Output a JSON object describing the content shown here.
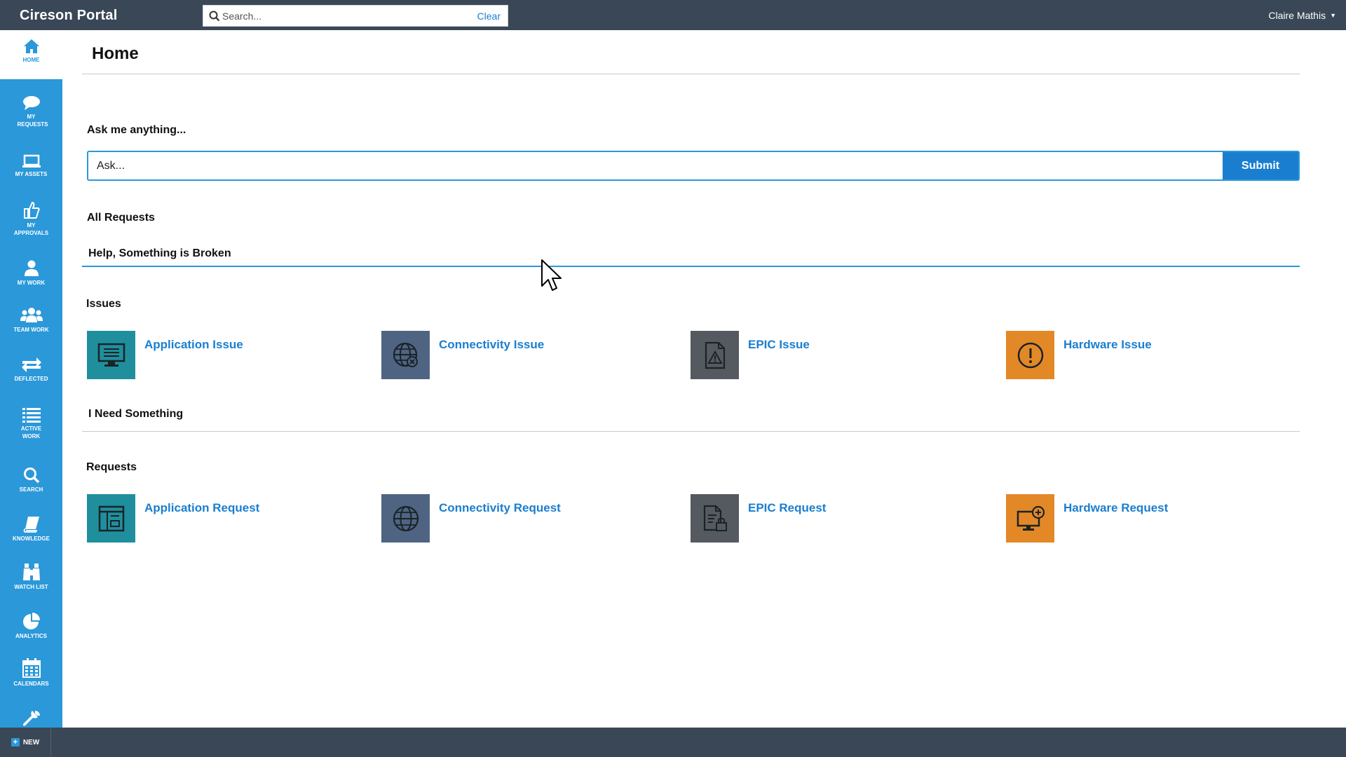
{
  "app": {
    "title": "Cireson Portal"
  },
  "search": {
    "placeholder": "Search...",
    "clear_label": "Clear"
  },
  "user": {
    "name": "Claire Mathis"
  },
  "sidebar": {
    "items": [
      {
        "label": "Home",
        "icon": "home-icon"
      },
      {
        "label": "My Requests",
        "icon": "chat-bubble-icon"
      },
      {
        "label": "My Assets",
        "icon": "laptop-icon"
      },
      {
        "label": "My Approvals",
        "icon": "thumbs-up-icon"
      },
      {
        "label": "My Work",
        "icon": "user-icon"
      },
      {
        "label": "Team Work",
        "icon": "team-icon"
      },
      {
        "label": "Deflected",
        "icon": "deflected-icon"
      },
      {
        "label": "Active Work",
        "icon": "list-icon"
      },
      {
        "label": "Search",
        "icon": "search-icon"
      },
      {
        "label": "Knowledge",
        "icon": "book-icon"
      },
      {
        "label": "Watch List",
        "icon": "binoculars-icon"
      },
      {
        "label": "Analytics",
        "icon": "pie-chart-icon"
      },
      {
        "label": "Calendars",
        "icon": "calendar-icon"
      },
      {
        "label": "",
        "icon": "wrench-icon"
      }
    ]
  },
  "bottombar": {
    "new_label": "NEW"
  },
  "main": {
    "title": "Home",
    "ask": {
      "label": "Ask me anything...",
      "placeholder": "Ask...",
      "submit_label": "Submit"
    },
    "all_requests_label": "All Requests",
    "section1": {
      "title": "Help, Something is Broken",
      "subtitle": "Issues",
      "tiles": [
        {
          "label": "Application Issue",
          "color": "#1f8f9e",
          "icon": "monitor-list-icon"
        },
        {
          "label": "Connectivity Issue",
          "color": "#4f6483",
          "icon": "globe-x-icon"
        },
        {
          "label": "EPIC Issue",
          "color": "#555a60",
          "icon": "document-warning-icon"
        },
        {
          "label": "Hardware Issue",
          "color": "#e38827",
          "icon": "exclamation-circle-icon"
        }
      ]
    },
    "section2": {
      "title": "I Need Something",
      "subtitle": "Requests",
      "tiles": [
        {
          "label": "Application Request",
          "color": "#1f8f9e",
          "icon": "app-window-icon"
        },
        {
          "label": "Connectivity Request",
          "color": "#4f6483",
          "icon": "globe-icon"
        },
        {
          "label": "EPIC Request",
          "color": "#555a60",
          "icon": "document-lock-icon"
        },
        {
          "label": "Hardware Request",
          "color": "#e38827",
          "icon": "monitor-plus-icon"
        }
      ]
    }
  }
}
